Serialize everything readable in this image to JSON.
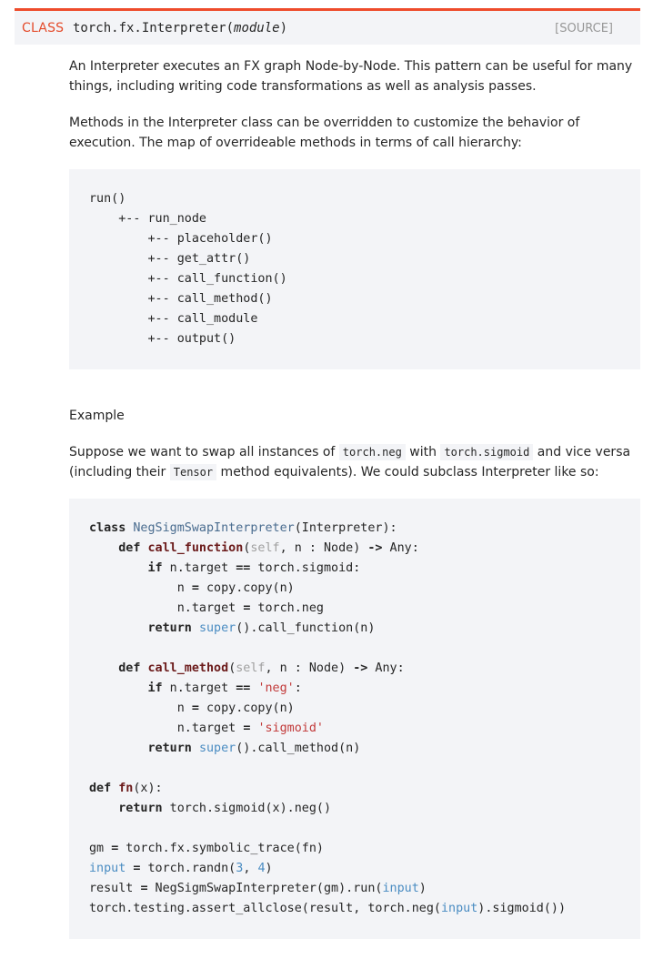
{
  "signature": {
    "kind": "CLASS",
    "name": "torch.fx.Interpreter(",
    "param": "module",
    "close": ")",
    "source": "[SOURCE]"
  },
  "paragraphs": {
    "p1": "An Interpreter executes an FX graph Node-by-Node. This pattern can be useful for many things, including writing code transformations as well as analysis passes.",
    "p2": "Methods in the Interpreter class can be overridden to customize the behavior of execution. The map of overrideable methods in terms of call hierarchy:",
    "example_heading": "Example",
    "p3_a": "Suppose we want to swap all instances of ",
    "p3_code1": "torch.neg",
    "p3_b": " with ",
    "p3_code2": "torch.sigmoid",
    "p3_c": " and vice versa (including their ",
    "p3_code3": "Tensor",
    "p3_d": " method equivalents). We could subclass Interpreter like so:"
  },
  "hierarchy": [
    "run()",
    "    +-- run_node",
    "        +-- placeholder()",
    "        +-- get_attr()",
    "        +-- call_function()",
    "        +-- call_method()",
    "        +-- call_module",
    "        +-- output()"
  ],
  "example_code": [
    [
      {
        "t": "class",
        "c": "k"
      },
      {
        "t": " "
      },
      {
        "t": "NegSigmSwapInterpreter",
        "c": "nc"
      },
      {
        "t": "(Interpreter):"
      }
    ],
    [
      {
        "t": "    "
      },
      {
        "t": "def",
        "c": "k"
      },
      {
        "t": " "
      },
      {
        "t": "call_function",
        "c": "nf"
      },
      {
        "t": "("
      },
      {
        "t": "self",
        "c": "bp"
      },
      {
        "t": ", n : Node) "
      },
      {
        "t": "->",
        "c": "k"
      },
      {
        "t": " Any:"
      }
    ],
    [
      {
        "t": "        "
      },
      {
        "t": "if",
        "c": "k"
      },
      {
        "t": " n.target "
      },
      {
        "t": "==",
        "c": "k"
      },
      {
        "t": " torch.sigmoid:"
      }
    ],
    [
      {
        "t": "            n "
      },
      {
        "t": "=",
        "c": "k"
      },
      {
        "t": " copy.copy(n)"
      }
    ],
    [
      {
        "t": "            n.target "
      },
      {
        "t": "=",
        "c": "k"
      },
      {
        "t": " torch.neg"
      }
    ],
    [
      {
        "t": "        "
      },
      {
        "t": "return",
        "c": "k"
      },
      {
        "t": " "
      },
      {
        "t": "super",
        "c": "nb"
      },
      {
        "t": "().call_function(n)"
      }
    ],
    [],
    [
      {
        "t": "    "
      },
      {
        "t": "def",
        "c": "k"
      },
      {
        "t": " "
      },
      {
        "t": "call_method",
        "c": "nf"
      },
      {
        "t": "("
      },
      {
        "t": "self",
        "c": "bp"
      },
      {
        "t": ", n : Node) "
      },
      {
        "t": "->",
        "c": "k"
      },
      {
        "t": " Any:"
      }
    ],
    [
      {
        "t": "        "
      },
      {
        "t": "if",
        "c": "k"
      },
      {
        "t": " n.target "
      },
      {
        "t": "==",
        "c": "k"
      },
      {
        "t": " "
      },
      {
        "t": "'neg'",
        "c": "s"
      },
      {
        "t": ":"
      }
    ],
    [
      {
        "t": "            n "
      },
      {
        "t": "=",
        "c": "k"
      },
      {
        "t": " copy.copy(n)"
      }
    ],
    [
      {
        "t": "            n.target "
      },
      {
        "t": "=",
        "c": "k"
      },
      {
        "t": " "
      },
      {
        "t": "'sigmoid'",
        "c": "s"
      }
    ],
    [
      {
        "t": "        "
      },
      {
        "t": "return",
        "c": "k"
      },
      {
        "t": " "
      },
      {
        "t": "super",
        "c": "nb"
      },
      {
        "t": "().call_method(n)"
      }
    ],
    [],
    [
      {
        "t": "def",
        "c": "k"
      },
      {
        "t": " "
      },
      {
        "t": "fn",
        "c": "nf"
      },
      {
        "t": "(x):"
      }
    ],
    [
      {
        "t": "    "
      },
      {
        "t": "return",
        "c": "k"
      },
      {
        "t": " torch.sigmoid(x).neg()"
      }
    ],
    [],
    [
      {
        "t": "gm "
      },
      {
        "t": "=",
        "c": "k"
      },
      {
        "t": " torch.fx.symbolic_trace(fn)"
      }
    ],
    [
      {
        "t": "input",
        "c": "nb"
      },
      {
        "t": " "
      },
      {
        "t": "=",
        "c": "k"
      },
      {
        "t": " torch.randn("
      },
      {
        "t": "3",
        "c": "m"
      },
      {
        "t": ", "
      },
      {
        "t": "4",
        "c": "m"
      },
      {
        "t": ")"
      }
    ],
    [
      {
        "t": "result "
      },
      {
        "t": "=",
        "c": "k"
      },
      {
        "t": " NegSigmSwapInterpreter(gm).run("
      },
      {
        "t": "input",
        "c": "nb"
      },
      {
        "t": ")"
      }
    ],
    [
      {
        "t": "torch.testing.assert_allclose(result, torch.neg("
      },
      {
        "t": "input",
        "c": "nb"
      },
      {
        "t": ").sigmoid())"
      }
    ]
  ]
}
